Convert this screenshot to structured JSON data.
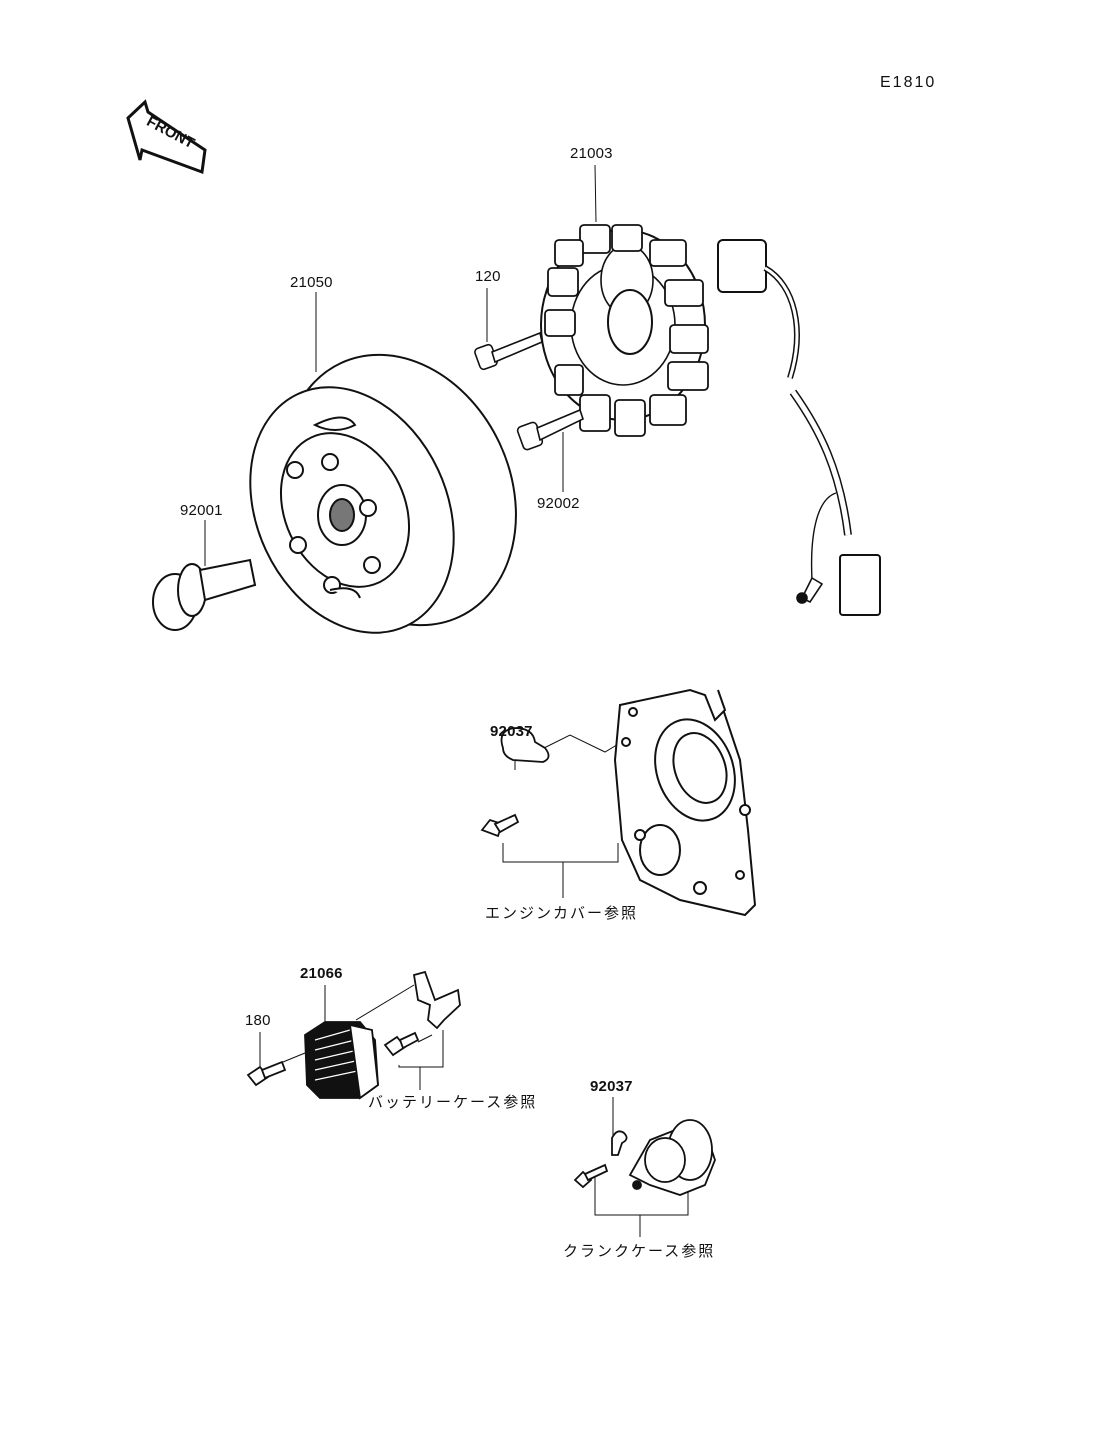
{
  "diagram_id": "E1810",
  "front_badge": "FRONT",
  "parts": [
    {
      "number": "21003",
      "name": "stator"
    },
    {
      "number": "120",
      "name": "stator-bolt-upper"
    },
    {
      "number": "21050",
      "name": "rotor"
    },
    {
      "number": "92002",
      "name": "stator-bolt-lower"
    },
    {
      "number": "92001",
      "name": "rotor-bolt"
    },
    {
      "number": "92037",
      "name": "clamp-engine-cover"
    },
    {
      "number": "21066",
      "name": "regulator"
    },
    {
      "number": "180",
      "name": "regulator-bolt"
    },
    {
      "number": "92037",
      "name": "clamp-crankcase"
    }
  ],
  "references": {
    "engine_cover": "エンジンカバー参照",
    "battery_case": "バッテリーケース参照",
    "crankcase": "クランクケース参照"
  }
}
